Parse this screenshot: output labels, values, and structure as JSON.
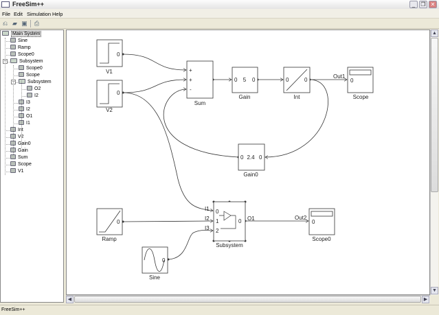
{
  "window": {
    "title": "FreeSim++",
    "minimize": "_",
    "restore": "❐",
    "close": "✕"
  },
  "menu": [
    "File",
    "Edit",
    "Simulation",
    "Help"
  ],
  "toolbar": {
    "icons": [
      "open-model-icon",
      "open-folder-icon",
      "save-icon",
      "print-icon"
    ]
  },
  "tree": {
    "root": "Main System",
    "items": [
      {
        "label": "Sine",
        "level": 1
      },
      {
        "label": "Ramp",
        "level": 1
      },
      {
        "label": "Scope0",
        "level": 1
      },
      {
        "label": "Subsystem",
        "level": 1,
        "folder": true
      },
      {
        "label": "Scope0",
        "level": 2
      },
      {
        "label": "Scope",
        "level": 2
      },
      {
        "label": "Subsystem",
        "level": 2,
        "folder": true
      },
      {
        "label": "O2",
        "level": 3
      },
      {
        "label": "I2",
        "level": 3
      },
      {
        "label": "I3",
        "level": 2
      },
      {
        "label": "I2",
        "level": 2
      },
      {
        "label": "O1",
        "level": 2
      },
      {
        "label": "I1",
        "level": 2
      },
      {
        "label": "Int",
        "level": 1
      },
      {
        "label": "V2",
        "level": 1
      },
      {
        "label": "Gain0",
        "level": 1
      },
      {
        "label": "Gain",
        "level": 1
      },
      {
        "label": "Sum",
        "level": 1
      },
      {
        "label": "Scope",
        "level": 1
      },
      {
        "label": "V1",
        "level": 1
      }
    ]
  },
  "blocks": {
    "v1": {
      "label": "V1",
      "port": "0"
    },
    "v2": {
      "label": "V2",
      "port": "0"
    },
    "sum": {
      "label": "Sum",
      "signs": [
        "+",
        "+",
        "-"
      ]
    },
    "gain": {
      "label": "Gain",
      "in": "0",
      "value": "5",
      "out": "0"
    },
    "int": {
      "label": "Int",
      "in": "0",
      "out": "0"
    },
    "scope": {
      "label": "Scope",
      "port": "0",
      "wire": "Out1"
    },
    "gain0": {
      "label": "Gain0",
      "in": "0",
      "value": "2.4",
      "out": "0"
    },
    "ramp": {
      "label": "Ramp",
      "port": "0"
    },
    "sine": {
      "label": "Sine",
      "port": "0"
    },
    "subsystem": {
      "label": "Subsystem",
      "inputs": [
        "I1",
        "I2",
        "I3"
      ],
      "in_ports": [
        "0",
        "1",
        "2"
      ],
      "out_port": "0",
      "output": "O1"
    },
    "scope0": {
      "label": "Scope0",
      "port": "0",
      "wire": "Out2"
    }
  },
  "status": "FreeSim++",
  "colors": {
    "canvas": "#ffffff",
    "chrome": "#ece9d8",
    "wire": "#333333"
  }
}
